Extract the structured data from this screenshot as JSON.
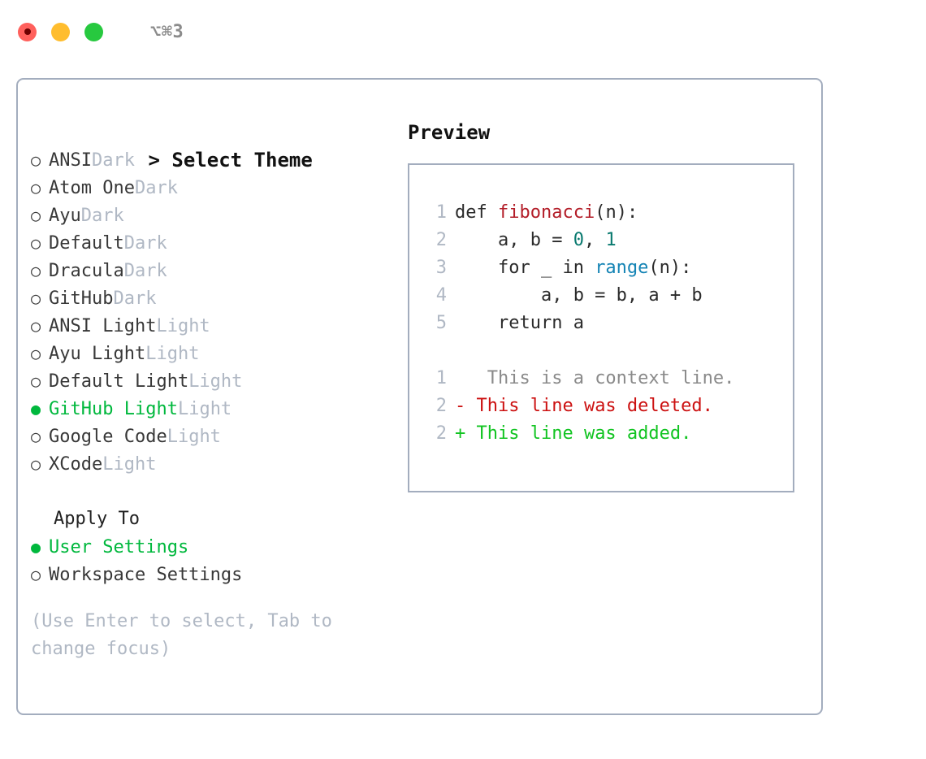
{
  "window": {
    "shortcut": "⌥⌘3",
    "traffic_lights": [
      {
        "name": "close",
        "color": "#ff605c"
      },
      {
        "name": "minimize",
        "color": "#ffbd2e"
      },
      {
        "name": "maximize",
        "color": "#27c93f"
      }
    ]
  },
  "colors": {
    "panel_border": "#a3adbe",
    "accent_green": "#00b83d",
    "muted": "#b0b8c4",
    "text": "#383838",
    "diff_add": "#11c421",
    "diff_del": "#cc1111",
    "syntax_func": "#b31d28",
    "syntax_num": "#0a7a70",
    "syntax_builtin": "#1584b5"
  },
  "theme_list": {
    "caret": ">",
    "title": "Select Theme",
    "bullet_off": "○",
    "bullet_on": "●",
    "items": [
      {
        "label": "ANSI",
        "badge": "Dark",
        "selected": false
      },
      {
        "label": "Atom One",
        "badge": "Dark",
        "selected": false
      },
      {
        "label": "Ayu",
        "badge": "Dark",
        "selected": false
      },
      {
        "label": "Default",
        "badge": "Dark",
        "selected": false
      },
      {
        "label": "Dracula",
        "badge": "Dark",
        "selected": false
      },
      {
        "label": "GitHub",
        "badge": "Dark",
        "selected": false
      },
      {
        "label": "ANSI Light",
        "badge": "Light",
        "selected": false
      },
      {
        "label": "Ayu Light",
        "badge": "Light",
        "selected": false
      },
      {
        "label": "Default Light",
        "badge": "Light",
        "selected": false
      },
      {
        "label": "GitHub Light",
        "badge": "Light",
        "selected": true
      },
      {
        "label": "Google Code",
        "badge": "Light",
        "selected": false
      },
      {
        "label": "XCode",
        "badge": "Light",
        "selected": false
      }
    ]
  },
  "apply_to": {
    "title": "Apply To",
    "items": [
      {
        "label": "User Settings",
        "selected": true
      },
      {
        "label": "Workspace Settings",
        "selected": false
      }
    ]
  },
  "hint": "(Use Enter to select, Tab to change focus)",
  "preview": {
    "title": "Preview",
    "code_lines": [
      {
        "number": "1",
        "tokens": [
          {
            "text": "def ",
            "type": "plain"
          },
          {
            "text": "fibonacci",
            "type": "func"
          },
          {
            "text": "(n):",
            "type": "plain"
          }
        ]
      },
      {
        "number": "2",
        "tokens": [
          {
            "text": "    a, b = ",
            "type": "plain"
          },
          {
            "text": "0",
            "type": "num"
          },
          {
            "text": ", ",
            "type": "plain"
          },
          {
            "text": "1",
            "type": "num"
          }
        ]
      },
      {
        "number": "3",
        "tokens": [
          {
            "text": "    for _ in ",
            "type": "plain"
          },
          {
            "text": "range",
            "type": "builtin"
          },
          {
            "text": "(n):",
            "type": "plain"
          }
        ]
      },
      {
        "number": "4",
        "tokens": [
          {
            "text": "        a, b = b, a + b",
            "type": "plain"
          }
        ]
      },
      {
        "number": "5",
        "tokens": [
          {
            "text": "    return a",
            "type": "plain"
          }
        ]
      }
    ],
    "diff_lines": [
      {
        "number": "1",
        "marker": " ",
        "text": "  This is a context line.",
        "type": "ctx"
      },
      {
        "number": "2",
        "marker": "-",
        "text": " This line was deleted.",
        "type": "del"
      },
      {
        "number": "2",
        "marker": "+",
        "text": " This line was added.",
        "type": "add"
      }
    ]
  }
}
